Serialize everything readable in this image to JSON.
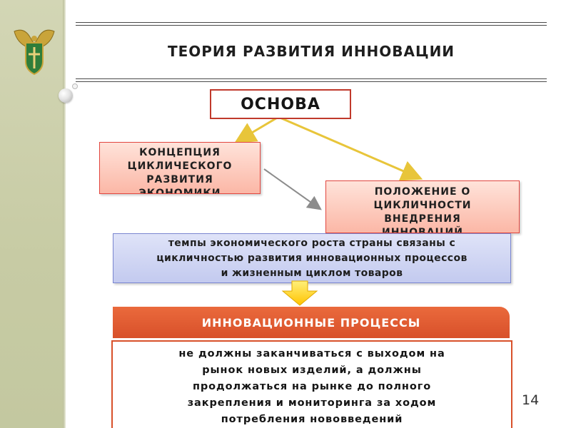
{
  "slide": {
    "title": "ТЕОРИЯ РАЗВИТИЯ ИННОВАЦИИ",
    "page_number": "14"
  },
  "diagram": {
    "root": {
      "label": "ОСНОВА"
    },
    "concept": {
      "lines": [
        "КОНЦЕПЦИЯ",
        "ЦИКЛИЧЕСКОГО",
        "РАЗВИТИЯ",
        "ЭКОНОМИКИ"
      ]
    },
    "position": {
      "lines": [
        "ПОЛОЖЕНИЕ О",
        "ЦИКЛИЧНОСТИ",
        "ВНЕДРЕНИЯ",
        "ИННОВАЦИЙ"
      ]
    },
    "statement": {
      "lines": [
        "темпы экономического роста страны связаны с",
        "цикличностью развития инновационных процессов",
        "и жизненным циклом товаров"
      ]
    },
    "processes": {
      "label": "ИННОВАЦИОННЫЕ ПРОЦЕССЫ"
    },
    "conclusion": {
      "lines": [
        "не должны заканчиваться с выходом на",
        "рынок новых изделий, а должны",
        "продолжаться на рынке до полного",
        "закрепления и мониторинга за ходом",
        "потребления нововведений"
      ]
    }
  },
  "colors": {
    "root_border": "#c0392b",
    "concept_fill": "#fbb7a6",
    "statement_fill": "#c3caef",
    "processes_fill": "#d8502a",
    "connector_yellow": "#e8c53a",
    "connector_gray": "#8c8c8c",
    "arrow_down_fill": "#ffd21c"
  }
}
